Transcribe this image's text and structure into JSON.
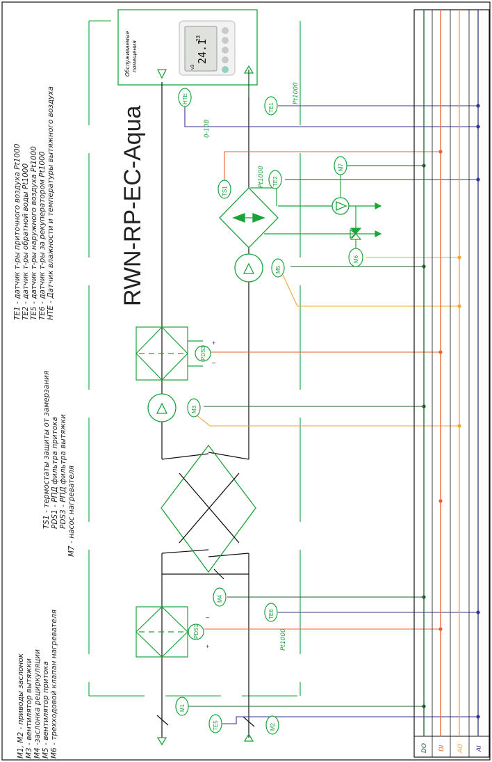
{
  "title": "RWN-RP-EC-Aqua",
  "colors": {
    "equipment": "#1aa33a",
    "black": "#111111",
    "DO": "#1e5d2c",
    "DI": "#e8622a",
    "AO": "#f2a531",
    "AI": "#33338f"
  },
  "buses": [
    "DO",
    "DI",
    "AO",
    "AI"
  ],
  "legend_a": [
    "M1, M2 - приводы заслонок",
    "M3 - вентилятор вытяжки",
    "M4 -заслонка рециркуляции",
    "M5 - вентилятор притока",
    "M6 - трехходовой клапан нагревателя"
  ],
  "legend_b": [
    "TS1 - термостаты защиты от замерзания",
    "PDS1 - РПД фильтра притока",
    "PDS3 - РПД фильтра вытяжки",
    "M7 - насос нагревателя"
  ],
  "legend_c": [
    "TE1 - датчик т-ры приточного воздуха Pt1000",
    "TE2 - датчик т-ры обратной воды Pt1000",
    "TE5 - датчик т-ры наружного воздуха Pt1000",
    "TE6 - датчик т-ры за рекуператором Pt1000",
    "HTE - Датчик влажности и температуры вытяжного воздуха"
  ],
  "room_label": [
    "Обслуживаемые",
    "помещения"
  ],
  "thermostat": {
    "temp": "24.1",
    "set": "23",
    "unit": "°",
    "fan": "v3"
  },
  "tags": {
    "HTE": "HTE",
    "TE1": "TE1",
    "TE2": "TE2",
    "TE5": "TE5",
    "TE6": "TE6",
    "TS1": "TS1",
    "M1": "M1",
    "M2": "M2",
    "M3": "M3",
    "M4": "M4",
    "M5": "M5",
    "M6": "M6",
    "M7": "M7",
    "PDS1": "PDS1",
    "PDS3": "PDS3"
  },
  "signals": {
    "aout": "0-10В",
    "pt_te1": "Pt1000",
    "pt_te2": "Pt1000",
    "pt_te6": "Pt1000",
    "plus": "+",
    "minus": "–"
  }
}
